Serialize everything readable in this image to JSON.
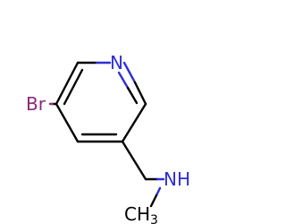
{
  "molecule": {
    "atoms": {
      "ring_nitrogen": "N",
      "bromine": "Br",
      "amine": "NH",
      "methyl_main": "CH",
      "methyl_sub": "3"
    }
  },
  "colors": {
    "bond": "#000000",
    "nitrogen": "#2f2fd6",
    "bromine": "#8b2a7a",
    "carbon": "#000000"
  }
}
